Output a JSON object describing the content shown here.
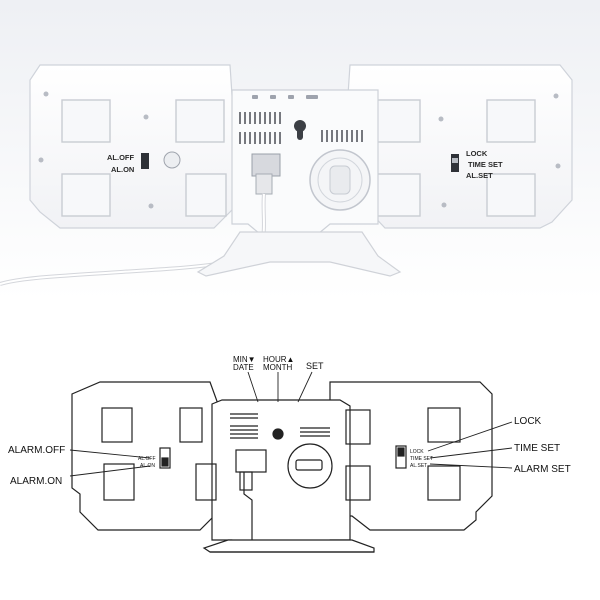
{
  "photo": {
    "left_labels": [
      "AL.OFF",
      "AL.ON"
    ],
    "right_labels": [
      "LOCK",
      "TIME SET",
      "AL.SET"
    ]
  },
  "diagram": {
    "top_buttons": [
      {
        "line1": "MIN▼",
        "line2": "DATE"
      },
      {
        "line1": "HOUR▲",
        "line2": "MONTH"
      },
      {
        "line1": "SET",
        "line2": ""
      }
    ],
    "left_callouts": [
      "ALARM.OFF",
      "ALARM.ON"
    ],
    "right_callouts": [
      "LOCK",
      "TIME SET",
      "ALARM SET"
    ],
    "switch_small_left": [
      "AL.OFF",
      "AL.ON"
    ],
    "switch_small_right": [
      "LOCK",
      "TIME SET",
      "AL.SET"
    ]
  },
  "colors": {
    "photo_shadow": "#d9dbe0",
    "line": "#222222"
  }
}
